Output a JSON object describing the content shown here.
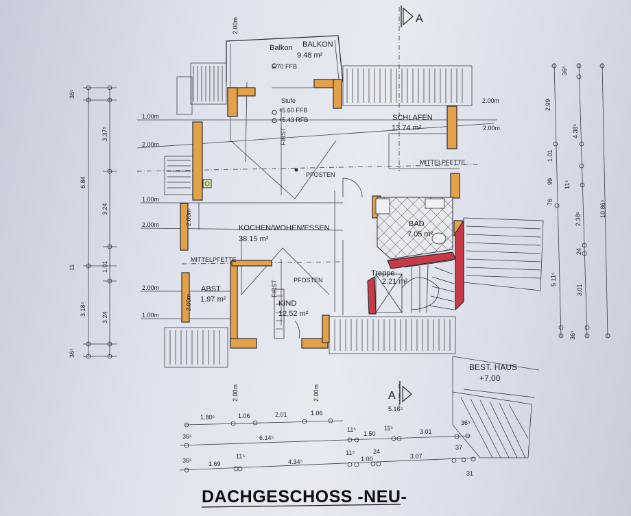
{
  "title": "DACHGESCHOSS -NEU-",
  "rooms": {
    "balkon_label": "Balkon",
    "balkon_name": "BALKON",
    "balkon_area": "9.48 m²",
    "schlafen_name": "SCHLAFEN",
    "schlafen_area": "13.74 m²",
    "kochen_name": "KOCHEN/WOHEN/ESSEN",
    "kochen_area": "38.15 m²",
    "bad_name": "BAD",
    "bad_area": "7.05 m²",
    "abst_name": "ABST",
    "abst_area": "1.97 m²",
    "kind_name": "KIND",
    "kind_area": "12.52 m²",
    "treppe_name": "Treppe",
    "treppe_area": "2.21 m²"
  },
  "annotations": {
    "level_570": "5.70 FFB",
    "stufe": "Stufe",
    "level_560": "+5.60 FFB",
    "level_543": "+5.43 RFB",
    "first_1": "FIRST",
    "first_2": "FIRST",
    "pfosten_1": "PFOSTEN",
    "pfosten_2": "PFOSTEN",
    "mittelpfette_1": "MITTELPFETTE",
    "mittelpfette_2": "MITTELPFETTE",
    "section_top": "A",
    "section_bottom": "A",
    "bestand_haus": "BEST. HAUS",
    "bestand_level": "+7,00",
    "height_lines": [
      "2.00m",
      "1.00m",
      "2.00m",
      "1.00m",
      "2.00m",
      "2.00m",
      "1.00m",
      "2.00m",
      "2.00m",
      "2.00m",
      "2.00m",
      "2.00m",
      "2.00m"
    ]
  },
  "dims_left": {
    "outer": [
      "36⁵",
      "6.84",
      "11",
      "3.18⁵",
      "36⁵"
    ],
    "inner": [
      "3.37⁵",
      "3.24",
      "1.01",
      "3.24"
    ]
  },
  "dims_right": {
    "col1": [
      "2.99",
      "76",
      "5.11⁵",
      "36⁵"
    ],
    "col2": [
      "36⁵",
      "1.01",
      "99",
      "24",
      "3.01"
    ],
    "col3": [
      "4.38⁵",
      "11⁵",
      "2.38⁵"
    ],
    "total": "10.86⁵"
  },
  "dims_bottom": {
    "row0": [
      "1.80⁵",
      "1.06",
      "2.01",
      "1.06",
      "5.16⁵"
    ],
    "row1": [
      "36⁵",
      "6.14⁵",
      "11⁵",
      "1.50",
      "11⁵",
      "3.01",
      "36⁵"
    ],
    "row2": [
      "36⁵",
      "1.69",
      "11⁵",
      "4.34⁵",
      "11⁵",
      "1.00",
      "24",
      "3.07",
      "37",
      "31"
    ]
  }
}
